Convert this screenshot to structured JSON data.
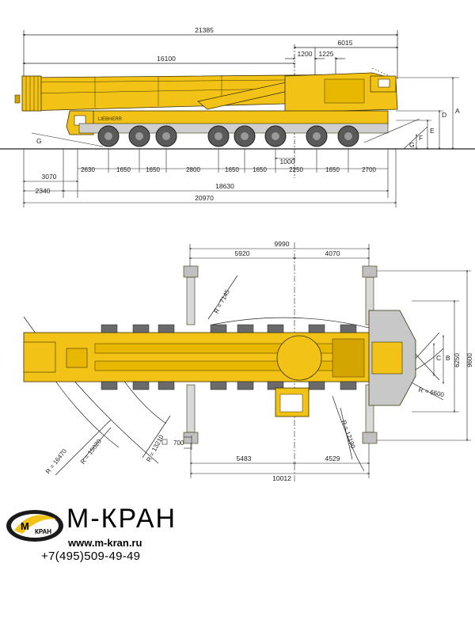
{
  "side_view": {
    "dims_top": {
      "total": "21385",
      "boom": "16100",
      "rear": "6015",
      "d1": "1200",
      "d2": "1225"
    },
    "dims_axles": [
      "2630",
      "1650",
      "1650",
      "2800",
      "1650",
      "1650",
      "2250",
      "1650",
      "2700"
    ],
    "dim_1000": "1000",
    "dims_bottom": {
      "front": "3070",
      "left": "2340",
      "mid": "18630",
      "total": "20970"
    },
    "letters": {
      "A": "A",
      "D": "D",
      "E": "E",
      "F": "F",
      "G": "G"
    },
    "brand_on_truck": "LIEBHERR"
  },
  "top_view": {
    "dims_top": {
      "total": "9990",
      "left": "5920",
      "right": "4070"
    },
    "dims_bottom": {
      "left": "5483",
      "right": "4529",
      "total": "10012"
    },
    "dims_right": {
      "outer": "9600",
      "mid": "6250"
    },
    "letters": {
      "B": "B",
      "C": "C"
    },
    "radii": {
      "r7145": "R = 7145",
      "r16470": "R = 16470",
      "r15020": "R = 15020",
      "r13210": "R = 13210",
      "r12190": "R = 12190",
      "r6600": "R = 6600"
    },
    "small_dim": "700"
  },
  "brand": {
    "logo_text": "КРАН",
    "logo_letter": "М",
    "name": "М-КРАН",
    "website": "www.m-kran.ru",
    "phone": "+7(495)509-49-49"
  },
  "colors": {
    "crane_yellow": "#f2c316",
    "outline": "#3a2f00",
    "dim_line": "#222222"
  }
}
